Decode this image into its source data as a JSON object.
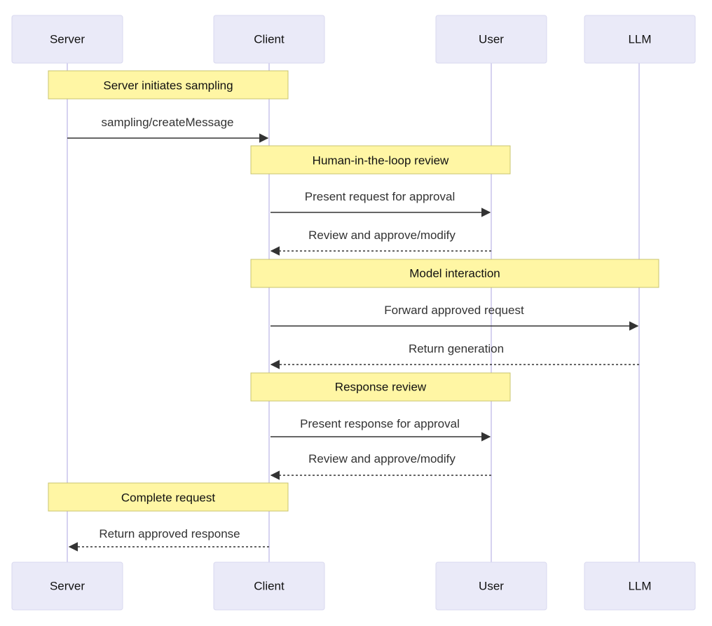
{
  "participants": [
    {
      "id": "server",
      "label": "Server"
    },
    {
      "id": "client",
      "label": "Client"
    },
    {
      "id": "user",
      "label": "User"
    },
    {
      "id": "llm",
      "label": "LLM"
    }
  ],
  "notes": [
    {
      "label": "Server initiates sampling",
      "over": [
        "server",
        "client"
      ]
    },
    {
      "label": "Human-in-the-loop review",
      "over": [
        "client",
        "user"
      ]
    },
    {
      "label": "Model interaction",
      "over": [
        "client",
        "llm"
      ]
    },
    {
      "label": "Response review",
      "over": [
        "client",
        "user"
      ]
    },
    {
      "label": "Complete request",
      "over": [
        "server",
        "client"
      ]
    }
  ],
  "messages": [
    {
      "label": "sampling/createMessage",
      "from": "server",
      "to": "client",
      "style": "solid"
    },
    {
      "label": "Present request for approval",
      "from": "client",
      "to": "user",
      "style": "solid"
    },
    {
      "label": "Review and approve/modify",
      "from": "user",
      "to": "client",
      "style": "dashed"
    },
    {
      "label": "Forward approved request",
      "from": "client",
      "to": "llm",
      "style": "solid"
    },
    {
      "label": "Return generation",
      "from": "llm",
      "to": "client",
      "style": "dashed"
    },
    {
      "label": "Present response for approval",
      "from": "client",
      "to": "user",
      "style": "solid"
    },
    {
      "label": "Review and approve/modify",
      "from": "user",
      "to": "client",
      "style": "dashed"
    },
    {
      "label": "Return approved response",
      "from": "client",
      "to": "server",
      "style": "dashed"
    }
  ],
  "colors": {
    "actor_fill": "#eaeaf8",
    "note_fill": "#fff6a4",
    "lifeline": "#d6d2f0",
    "arrow": "#333333"
  }
}
